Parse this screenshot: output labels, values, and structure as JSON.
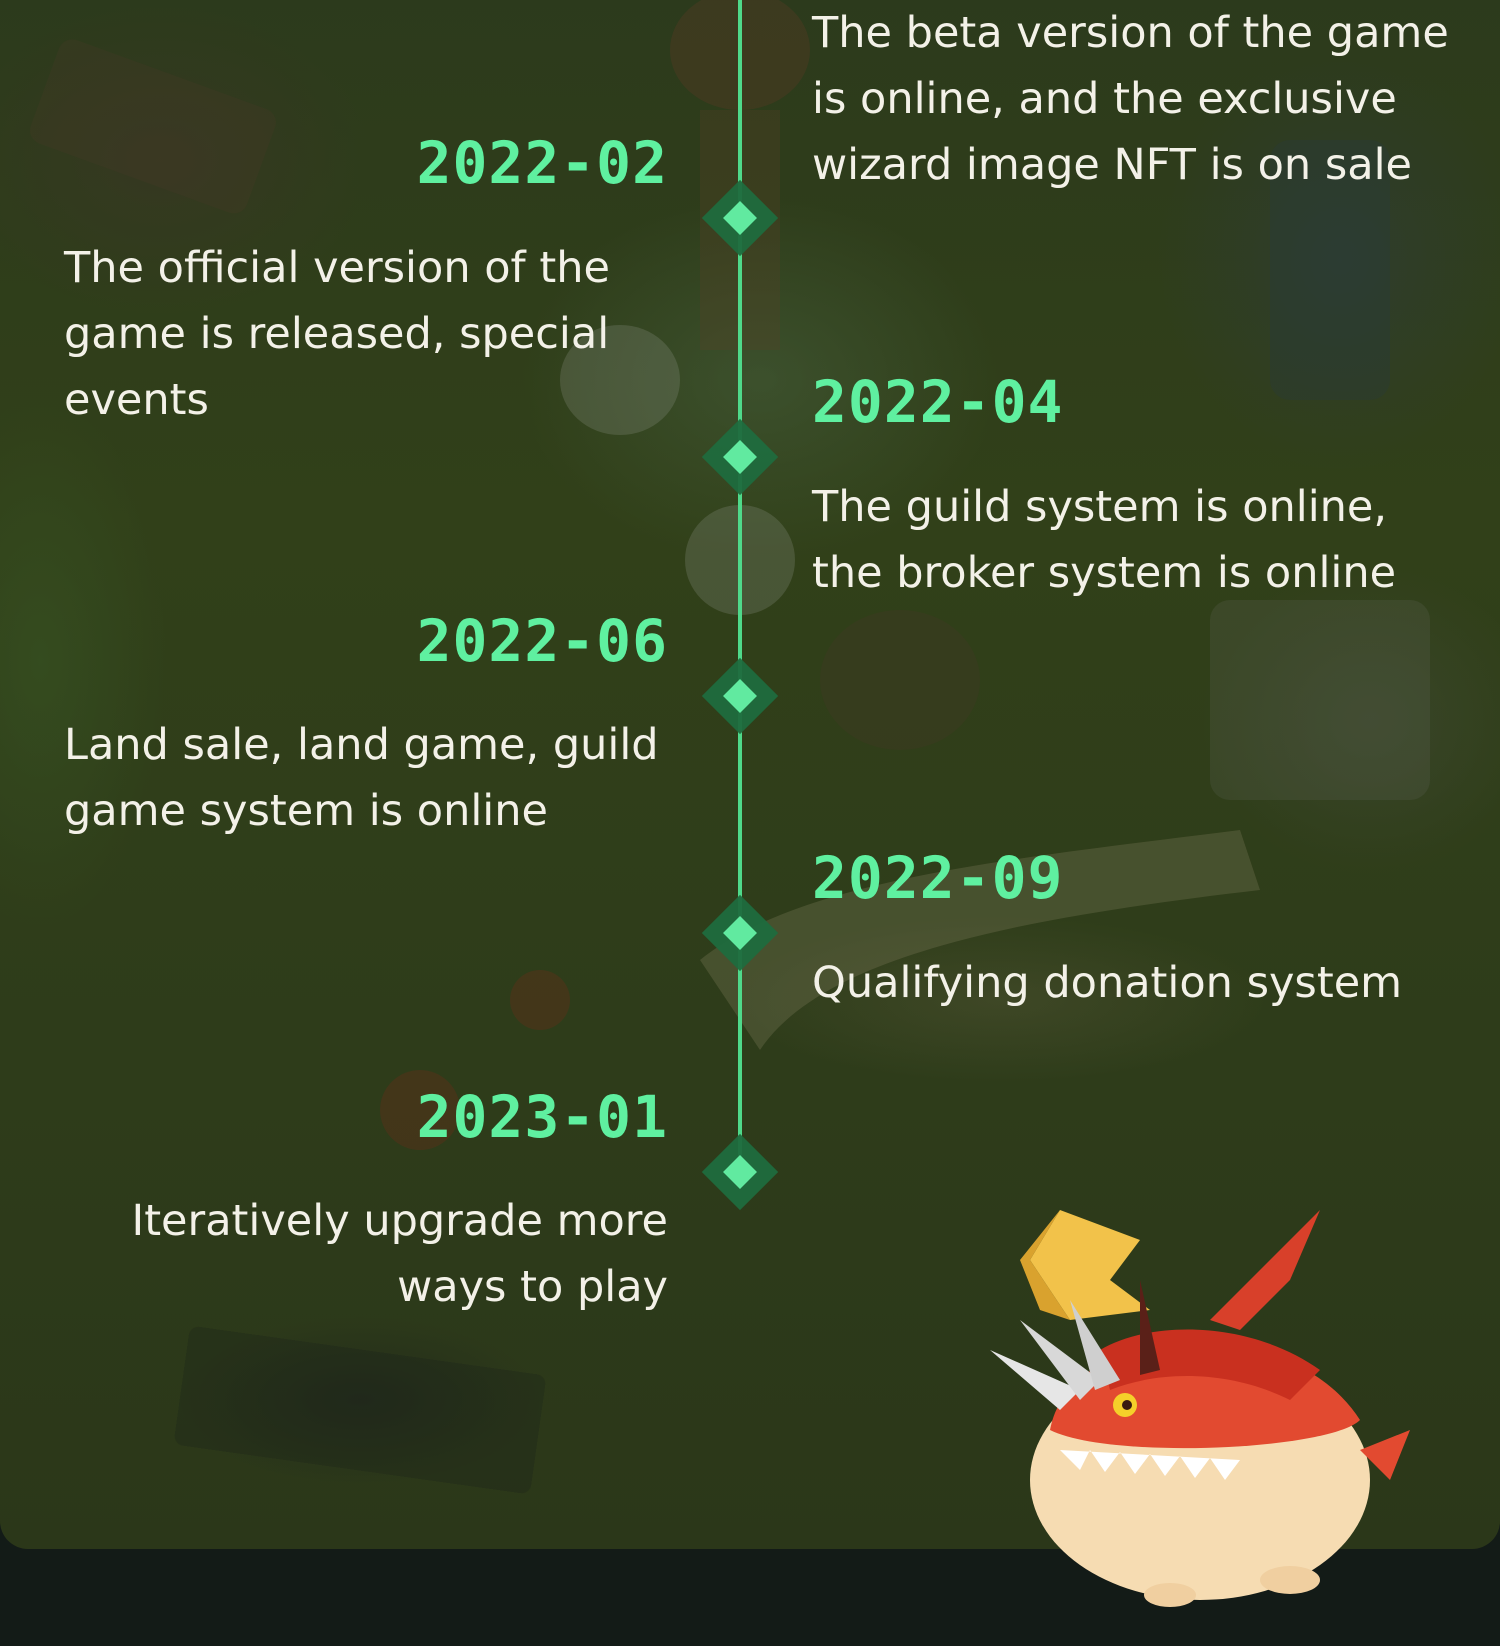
{
  "colors": {
    "accent_green": "#5ff0a0",
    "timeline_line": "#4fd98a",
    "text": "#f3f1e8",
    "panel_bg": "#2e3c1a",
    "page_bg": "#131b17"
  },
  "timeline": {
    "entries": [
      {
        "date": "",
        "side": "right",
        "text": "The beta version of the game is online, and the exclusive wizard image NFT is on sale"
      },
      {
        "date": "2022-02",
        "side": "left",
        "text": "The official version of the game is released, special events"
      },
      {
        "date": "2022-04",
        "side": "right",
        "text": "The guild system is online, the broker system is online"
      },
      {
        "date": "2022-06",
        "side": "left",
        "text": "Land sale, land game, guild game system is online"
      },
      {
        "date": "2022-09",
        "side": "right",
        "text": "Qualifying donation system"
      },
      {
        "date": "2023-01",
        "side": "left",
        "text": "Iteratively upgrade more ways to play"
      }
    ]
  },
  "mascot": {
    "icon": "red-dragon-mascot-illustration"
  }
}
